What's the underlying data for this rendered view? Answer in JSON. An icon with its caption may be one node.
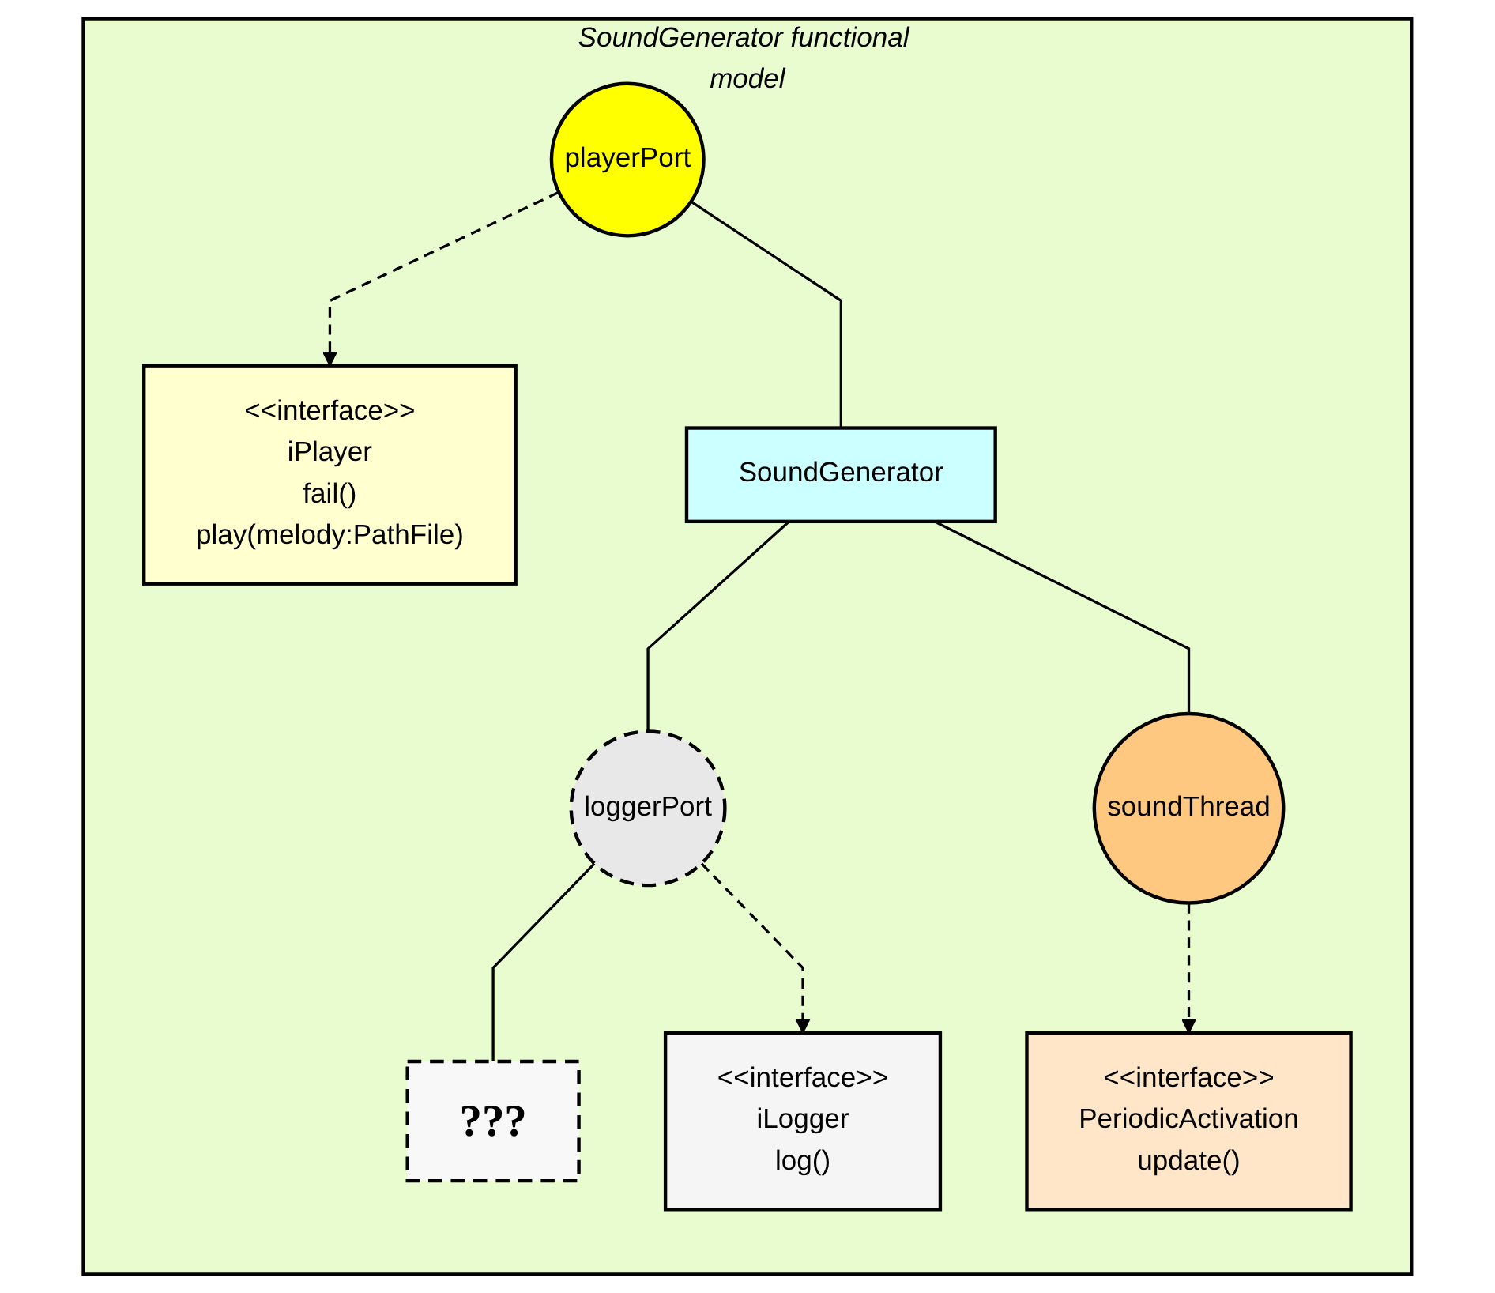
{
  "diagram": {
    "nodes": [
      {
        "text": [
          "SoundGenerator functional model"
        ]
      },
      {
        "text": [
          "playerPort"
        ],
        "in": 0
      },
      {
        "text": [
          "<<interface>>",
          "iPlayer",
          "fail()",
          "play(melody:PathFile)"
        ],
        "in": 0
      },
      {
        "text": [
          "SoundGenerator"
        ],
        "in": 0
      },
      {
        "text": [
          "loggerPort"
        ],
        "in": 0
      },
      {
        "text": [
          "???"
        ],
        "in": 0
      },
      {
        "text": [
          "soundThread"
        ],
        "in": 0
      },
      {
        "text": [
          "<<interface>>",
          "iLogger",
          "log()"
        ],
        "in": 0
      },
      {
        "text": [
          "<<interface>>",
          "PeriodicActivation",
          "update()"
        ],
        "in": 0
      }
    ],
    "edges": [
      {
        "from": 1,
        "to": 2,
        "arrow": "to",
        "style": "dashed"
      },
      {
        "from": 1,
        "to": 3,
        "arrow": "none"
      },
      {
        "from": 3,
        "to": 4,
        "arrow": "none"
      },
      {
        "from": 4,
        "to": 5,
        "arrow": "none"
      },
      {
        "from": 4,
        "to": 7,
        "arrow": "to",
        "style": "dashed"
      },
      {
        "from": 3,
        "to": 6,
        "arrow": "none"
      },
      {
        "from": 6,
        "to": 8,
        "arrow": "to",
        "style": "dashed"
      }
    ]
  }
}
